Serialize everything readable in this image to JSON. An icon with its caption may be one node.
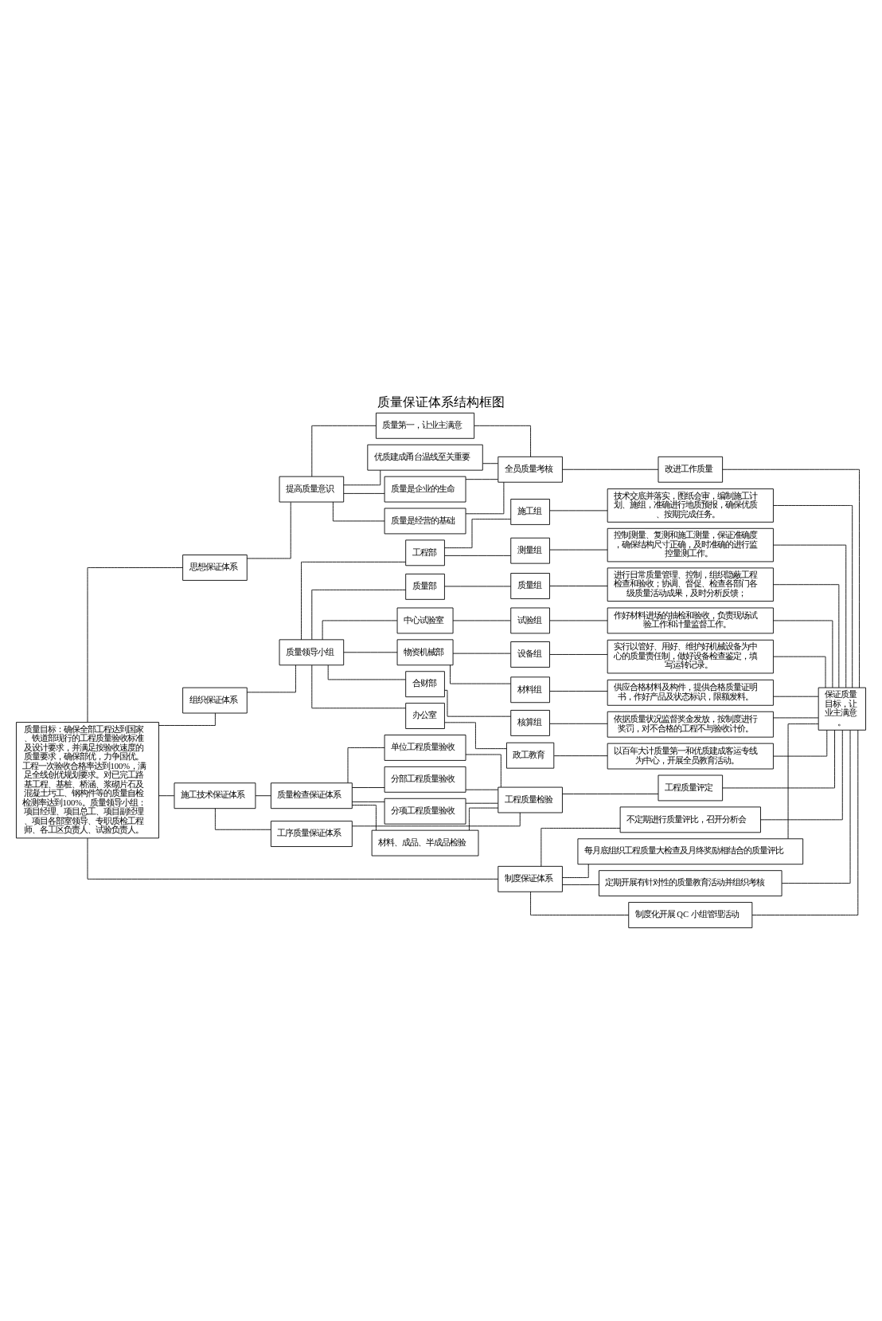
{
  "diagram": {
    "title": "质量保证体系结构框图",
    "nodes": [
      {
        "text": [
          "质量目标：确保全部工程达到国家、铁道部现行的工程质量验收标准及设计要求，并满足按验收速度的质量要求，确保部优，力争国优。工程一次验收合格率达到100%，满足全线创优规划要求。对已完工路基工程、基桩、桥涵、浆砌片石及混凝土圬工、钢构件等的质量自检检测率达到100%。质量领导小组：项目经理、项目总工、项目副经理、项目各部室领导、专职质检工程师、各工区负责人、试验负责人。"
        ]
      },
      {
        "text": [
          "思想保证体系"
        ]
      },
      {
        "text": [
          "提高质量意识"
        ]
      },
      {
        "text": [
          "质量第一，让业主满意"
        ]
      },
      {
        "text": [
          "优质建成甬台温线至关重要"
        ]
      },
      {
        "text": [
          "质量是企业的生命"
        ]
      },
      {
        "text": [
          "质量是经营的基础"
        ]
      },
      {
        "text": [
          "全员质量考核"
        ]
      },
      {
        "text": [
          "改进工作质量"
        ]
      },
      {
        "text": [
          "组织保证体系"
        ]
      },
      {
        "text": [
          "质量领导小组"
        ]
      },
      {
        "text": [
          "工程部"
        ]
      },
      {
        "text": [
          "施工组"
        ]
      },
      {
        "text": [
          "技术交底并落实，图纸会审，编制施工计划、施组，准确进行地质预报，确保优质、按期完成任务。"
        ]
      },
      {
        "text": [
          "测量组"
        ]
      },
      {
        "text": [
          "控制测量、复测和施工测量，保证准确度，确保结构尺寸正确，及时准确的进行监控量测工作。"
        ]
      },
      {
        "text": [
          "质量部"
        ]
      },
      {
        "text": [
          "质量组"
        ]
      },
      {
        "text": [
          "进行日常质量管理、控制，组织隐蔽工程检查和验收；协调、督促、检查各部门各级质量活动成果，及时分析反馈；"
        ]
      },
      {
        "text": [
          "中心试验室"
        ]
      },
      {
        "text": [
          "试验组"
        ]
      },
      {
        "text": [
          "作好材料进场的抽检和验收，负责现场试验工作和计量监督工作。"
        ]
      },
      {
        "text": [
          "物资机械部"
        ]
      },
      {
        "text": [
          "设备组"
        ]
      },
      {
        "text": [
          "实行以管好、用好、维护好机械设备为中心的质量责任制，做好设备检查鉴定，填写运转记录。"
        ]
      },
      {
        "text": [
          "材料组"
        ]
      },
      {
        "text": [
          "供应合格材料及构件，提供合格质量证明书，作好产品及状态标识，限额发料。"
        ]
      },
      {
        "text": [
          "合财部"
        ]
      },
      {
        "text": [
          "核算组"
        ]
      },
      {
        "text": [
          "依据质量状况监督奖金发放，按制度进行奖罚，对不合格的工程不与验收计价。"
        ]
      },
      {
        "text": [
          "办公室"
        ]
      },
      {
        "text": [
          "政工教育"
        ]
      },
      {
        "text": [
          "以百年大计质量第一和优质建成客运专线为中心，开展全员教育活动。"
        ]
      },
      {
        "text": [
          "保证质量目标，让业主满意。"
        ]
      },
      {
        "text": [
          "施工技术保证体系"
        ]
      },
      {
        "text": [
          "质量检查保证体系"
        ]
      },
      {
        "text": [
          "单位工程质量验收"
        ]
      },
      {
        "text": [
          "分部工程质量验收"
        ]
      },
      {
        "text": [
          "分项工程质量验收"
        ]
      },
      {
        "text": [
          "材料、成品、半成品检验"
        ]
      },
      {
        "text": [
          "工序质量保证体系"
        ]
      },
      {
        "text": [
          "工程质量检验"
        ]
      },
      {
        "text": [
          "工程质量评定"
        ]
      },
      {
        "text": [
          "制度保证体系"
        ]
      },
      {
        "text": [
          "不定期进行质量评比，召开分析会"
        ]
      },
      {
        "text": [
          "每月底组织工程质量大检查及月终奖励相结合的质量评比"
        ]
      },
      {
        "text": [
          "定期开展有针对性的质量教育活动并组织考核"
        ]
      },
      {
        "text": [
          "制度化开展 QC 小组管理活动"
        ]
      }
    ],
    "edges": [
      {
        "from": 0,
        "to": 1,
        "arrow": "none"
      },
      {
        "from": 0,
        "to": 9,
        "arrow": "none"
      },
      {
        "from": 0,
        "to": 34,
        "arrow": "none"
      },
      {
        "from": 0,
        "to": 43,
        "arrow": "none"
      },
      {
        "from": 1,
        "to": 2,
        "arrow": "none"
      },
      {
        "from": 2,
        "to": 3,
        "arrow": "none"
      },
      {
        "from": 2,
        "to": 4,
        "arrow": "none"
      },
      {
        "from": 2,
        "to": 5,
        "arrow": "none"
      },
      {
        "from": 2,
        "to": 6,
        "arrow": "none"
      },
      {
        "from": 3,
        "to": 7,
        "arrow": "none"
      },
      {
        "from": 4,
        "to": 7,
        "arrow": "none"
      },
      {
        "from": 5,
        "to": 7,
        "arrow": "none"
      },
      {
        "from": 6,
        "to": 7,
        "arrow": "none"
      },
      {
        "from": 7,
        "to": 8,
        "arrow": "none"
      },
      {
        "from": 8,
        "to": 33,
        "arrow": "none"
      },
      {
        "from": 9,
        "to": 10,
        "arrow": "none"
      },
      {
        "from": 10,
        "to": 11,
        "arrow": "none"
      },
      {
        "from": 10,
        "to": 16,
        "arrow": "none"
      },
      {
        "from": 10,
        "to": 19,
        "arrow": "none"
      },
      {
        "from": 10,
        "to": 22,
        "arrow": "none"
      },
      {
        "from": 10,
        "to": 27,
        "arrow": "none"
      },
      {
        "from": 10,
        "to": 30,
        "arrow": "none"
      },
      {
        "from": 11,
        "to": 12,
        "arrow": "none"
      },
      {
        "from": 12,
        "to": 13,
        "arrow": "none"
      },
      {
        "from": 11,
        "to": 14,
        "arrow": "none"
      },
      {
        "from": 14,
        "to": 15,
        "arrow": "none"
      },
      {
        "from": 16,
        "to": 17,
        "arrow": "none"
      },
      {
        "from": 17,
        "to": 18,
        "arrow": "none"
      },
      {
        "from": 19,
        "to": 20,
        "arrow": "none"
      },
      {
        "from": 20,
        "to": 21,
        "arrow": "none"
      },
      {
        "from": 22,
        "to": 23,
        "arrow": "none"
      },
      {
        "from": 23,
        "to": 24,
        "arrow": "none"
      },
      {
        "from": 22,
        "to": 25,
        "arrow": "none"
      },
      {
        "from": 25,
        "to": 26,
        "arrow": "none"
      },
      {
        "from": 27,
        "to": 28,
        "arrow": "none"
      },
      {
        "from": 28,
        "to": 29,
        "arrow": "none"
      },
      {
        "from": 30,
        "to": 31,
        "arrow": "none"
      },
      {
        "from": 31,
        "to": 32,
        "arrow": "none"
      },
      {
        "from": 13,
        "to": 33,
        "arrow": "none"
      },
      {
        "from": 15,
        "to": 33,
        "arrow": "none"
      },
      {
        "from": 18,
        "to": 33,
        "arrow": "none"
      },
      {
        "from": 21,
        "to": 33,
        "arrow": "none"
      },
      {
        "from": 24,
        "to": 33,
        "arrow": "none"
      },
      {
        "from": 26,
        "to": 33,
        "arrow": "none"
      },
      {
        "from": 29,
        "to": 33,
        "arrow": "none"
      },
      {
        "from": 32,
        "to": 33,
        "arrow": "none"
      },
      {
        "from": 34,
        "to": 35,
        "arrow": "none"
      },
      {
        "from": 35,
        "to": 36,
        "arrow": "none"
      },
      {
        "from": 35,
        "to": 37,
        "arrow": "none"
      },
      {
        "from": 35,
        "to": 38,
        "arrow": "none"
      },
      {
        "from": 35,
        "to": 39,
        "arrow": "none"
      },
      {
        "from": 34,
        "to": 40,
        "arrow": "none"
      },
      {
        "from": 36,
        "to": 41,
        "arrow": "none"
      },
      {
        "from": 37,
        "to": 41,
        "arrow": "none"
      },
      {
        "from": 38,
        "to": 41,
        "arrow": "none"
      },
      {
        "from": 39,
        "to": 41,
        "arrow": "none"
      },
      {
        "from": 40,
        "to": 41,
        "arrow": "none"
      },
      {
        "from": 41,
        "to": 42,
        "arrow": "none"
      },
      {
        "from": 42,
        "to": 33,
        "arrow": "none"
      },
      {
        "from": 43,
        "to": 44,
        "arrow": "none"
      },
      {
        "from": 43,
        "to": 45,
        "arrow": "none"
      },
      {
        "from": 43,
        "to": 46,
        "arrow": "none"
      },
      {
        "from": 43,
        "to": 47,
        "arrow": "none"
      },
      {
        "from": 44,
        "to": 33,
        "arrow": "none"
      },
      {
        "from": 45,
        "to": 33,
        "arrow": "none"
      },
      {
        "from": 46,
        "to": 33,
        "arrow": "none"
      },
      {
        "from": 47,
        "to": 33,
        "arrow": "none"
      }
    ]
  }
}
